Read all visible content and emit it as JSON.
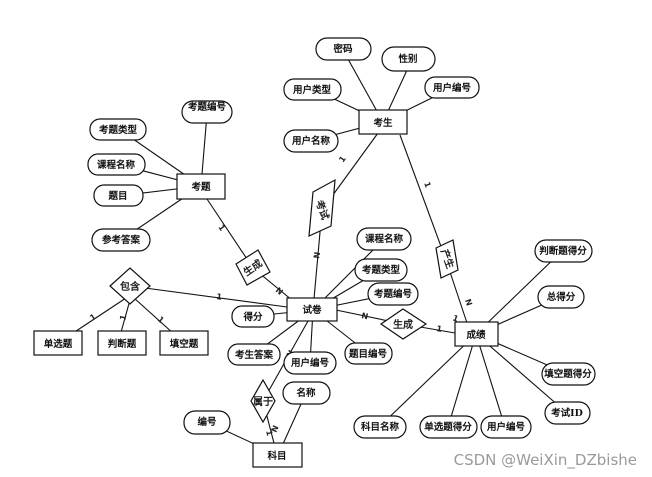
{
  "entities": [
    {
      "id": "kaosheng",
      "label": "考生"
    },
    {
      "id": "kaoti",
      "label": "考题"
    },
    {
      "id": "shijuan",
      "label": "试卷"
    },
    {
      "id": "chengji",
      "label": "成绩"
    },
    {
      "id": "kemu",
      "label": "科目"
    },
    {
      "id": "danxuanti",
      "label": "单选题"
    },
    {
      "id": "panduanti",
      "label": "判断题"
    },
    {
      "id": "tiankongti",
      "label": "填空题"
    }
  ],
  "attributes": [
    {
      "id": "mima",
      "label": "密码"
    },
    {
      "id": "xingbie",
      "label": "性别"
    },
    {
      "id": "yonghuleixing",
      "label": "用户类型"
    },
    {
      "id": "yonghubianhao1",
      "label": "用户编号"
    },
    {
      "id": "yonghumingcheng",
      "label": "用户名称"
    },
    {
      "id": "kaotibianhao1",
      "label": "考题编号"
    },
    {
      "id": "kaotileixing1",
      "label": "考题类型"
    },
    {
      "id": "kechengmingcheng1",
      "label": "课程名称"
    },
    {
      "id": "timu",
      "label": "题目"
    },
    {
      "id": "cankaodaan",
      "label": "参考答案"
    },
    {
      "id": "kechengmingcheng2",
      "label": "课程名称"
    },
    {
      "id": "kaotileixing2",
      "label": "考题类型"
    },
    {
      "id": "kaotibianhao2",
      "label": "考题编号"
    },
    {
      "id": "defen",
      "label": "得分"
    },
    {
      "id": "kaoshengdaan",
      "label": "考生答案"
    },
    {
      "id": "yonghubianhao2",
      "label": "用户编号"
    },
    {
      "id": "timubianhao",
      "label": "题目编号"
    },
    {
      "id": "panduantidefen",
      "label": "判断题得分"
    },
    {
      "id": "zongdefen",
      "label": "总得分"
    },
    {
      "id": "tiankongtidefen",
      "label": "填空题得分"
    },
    {
      "id": "kaoshiid",
      "label": "考试ID"
    },
    {
      "id": "kemumingcheng",
      "label": "科目名称"
    },
    {
      "id": "danxuantidefen",
      "label": "单选题得分"
    },
    {
      "id": "yonghubianhao3",
      "label": "用户编号"
    },
    {
      "id": "mingcheng",
      "label": "名称"
    },
    {
      "id": "bianhao",
      "label": "编号"
    }
  ],
  "relationships": [
    {
      "id": "kaoshi",
      "label": "考试"
    },
    {
      "id": "shengcheng1",
      "label": "生成"
    },
    {
      "id": "baohan",
      "label": "包含"
    },
    {
      "id": "shengcheng2",
      "label": "生成"
    },
    {
      "id": "shuyu",
      "label": "属于"
    },
    {
      "id": "chanshang",
      "label": "产生"
    }
  ],
  "cardinalities": [
    "1",
    "N",
    "1",
    "N",
    "1",
    "N",
    "1",
    "1",
    "1",
    "1",
    "N",
    "1",
    "N",
    "1",
    "N",
    "1"
  ],
  "watermark": "CSDN @WeiXin_DZbishe"
}
